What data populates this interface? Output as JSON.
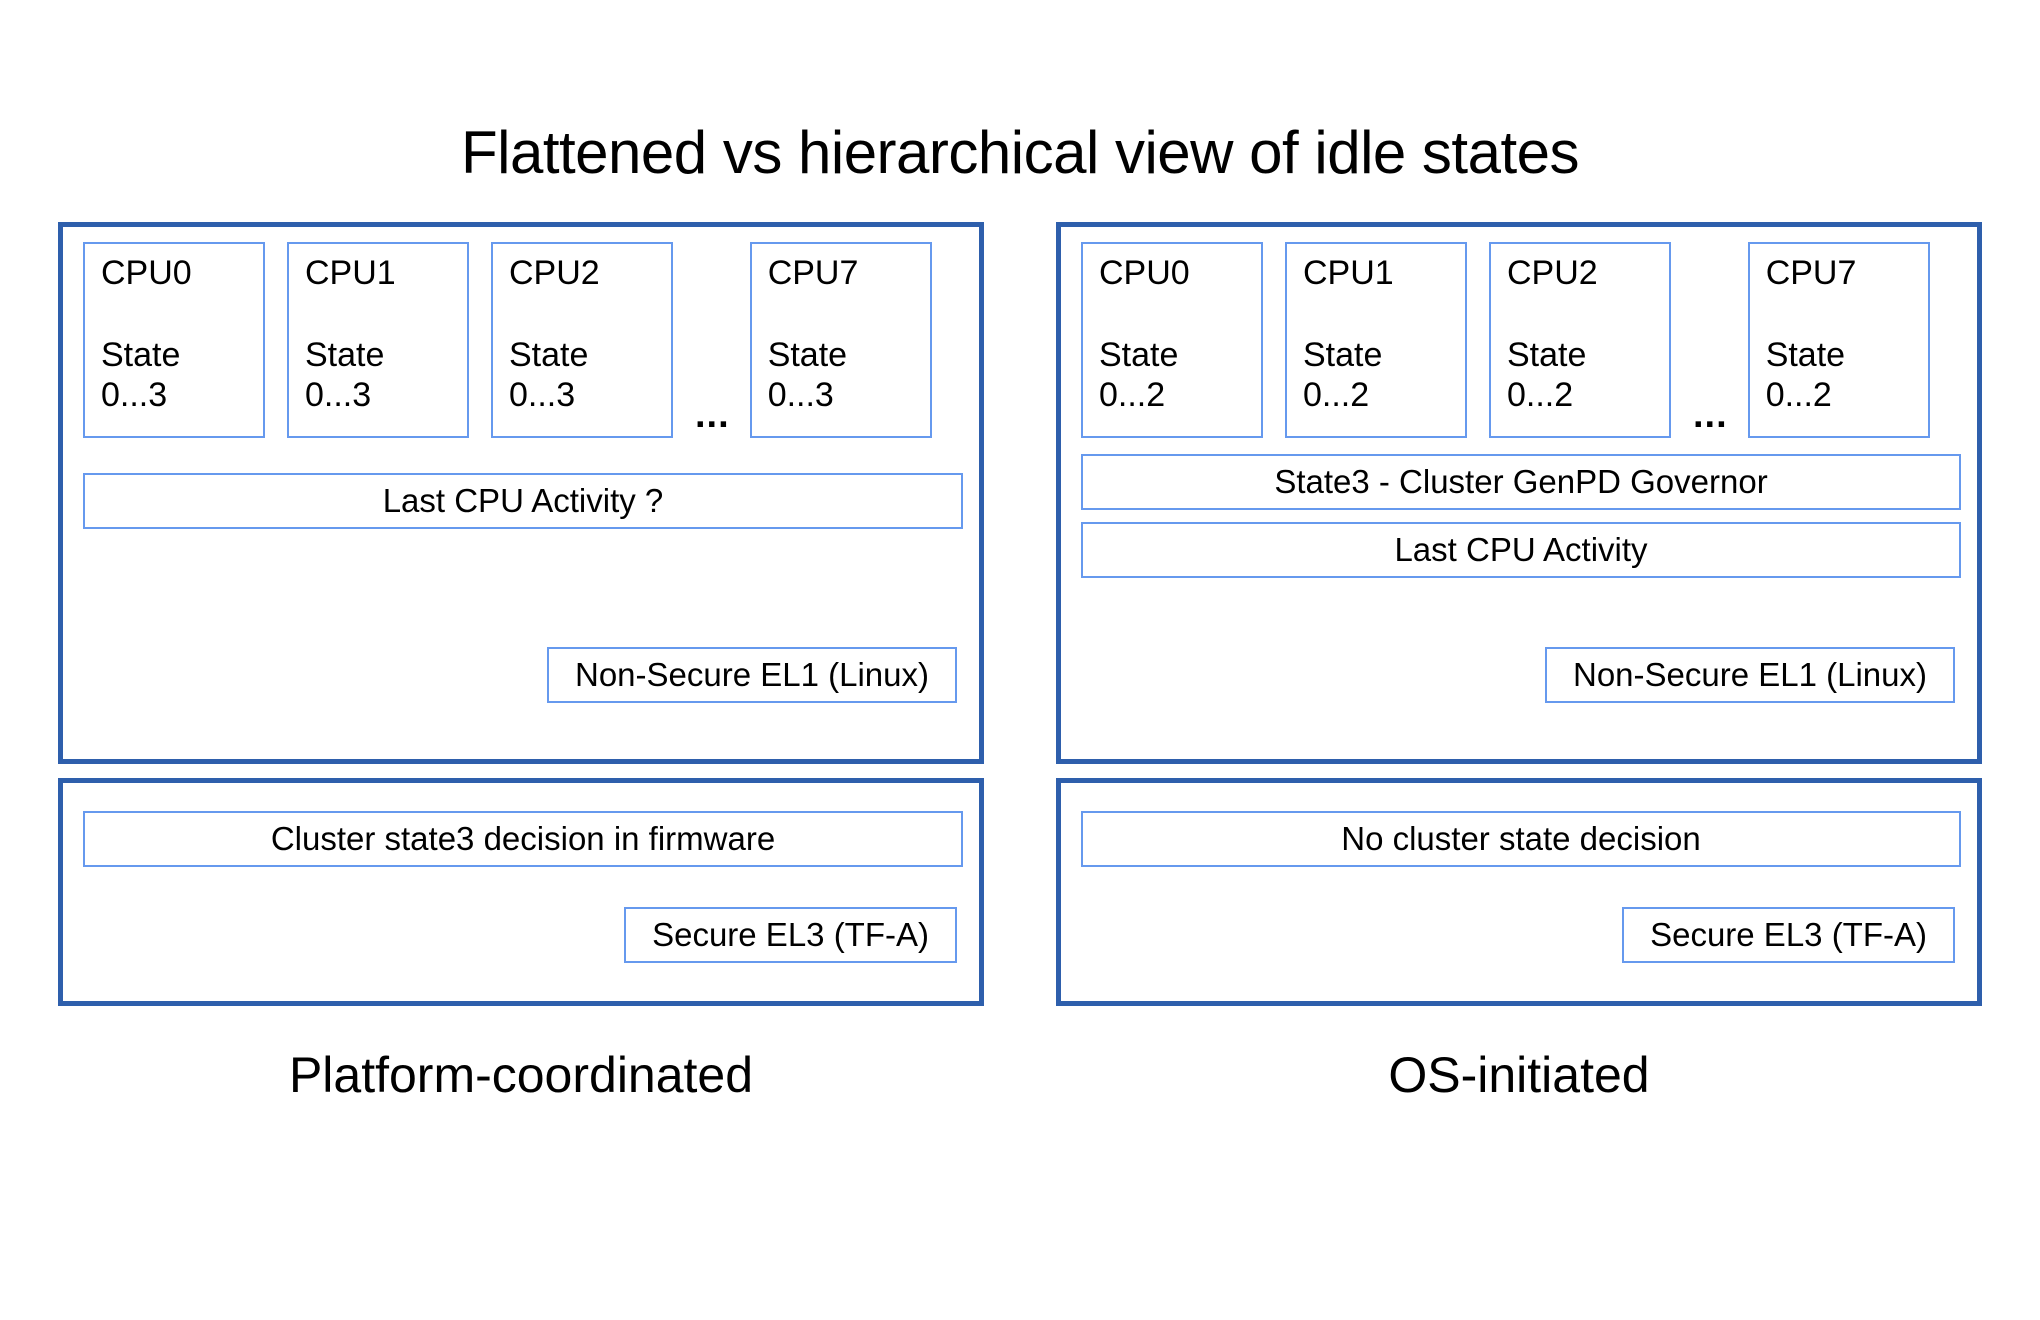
{
  "title": "Flattened vs hierarchical view of idle states",
  "colors": {
    "panel_border": "#2e5fac",
    "box_border": "#6699ee",
    "background": "#ffffff",
    "text": "#000000"
  },
  "ellipsis": "...",
  "left": {
    "caption": "Platform-coordinated",
    "cpus": [
      {
        "name": "CPU0",
        "state_label": "State",
        "state_range": "0...3"
      },
      {
        "name": "CPU1",
        "state_label": "State",
        "state_range": "0...3"
      },
      {
        "name": "CPU2",
        "state_label": "State",
        "state_range": "0...3"
      },
      {
        "name": "CPU7",
        "state_label": "State",
        "state_range": "0...3"
      }
    ],
    "last_activity_bar": "Last CPU Activity ?",
    "el1_label": "Non-Secure EL1 (Linux)",
    "firmware_bar": "Cluster state3 decision in firmware",
    "el3_label": "Secure EL3 (TF-A)"
  },
  "right": {
    "caption": "OS-initiated",
    "cpus": [
      {
        "name": "CPU0",
        "state_label": "State",
        "state_range": "0...2"
      },
      {
        "name": "CPU1",
        "state_label": "State",
        "state_range": "0...2"
      },
      {
        "name": "CPU2",
        "state_label": "State",
        "state_range": "0...2"
      },
      {
        "name": "CPU7",
        "state_label": "State",
        "state_range": "0...2"
      }
    ],
    "governor_bar": "State3 - Cluster GenPD Governor",
    "last_activity_bar": "Last CPU Activity",
    "el1_label": "Non-Secure EL1 (Linux)",
    "firmware_bar": "No cluster state decision",
    "el3_label": "Secure EL3 (TF-A)"
  }
}
